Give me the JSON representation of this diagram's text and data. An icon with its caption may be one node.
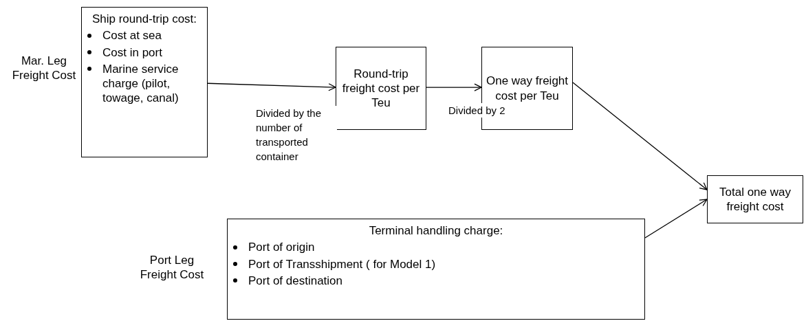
{
  "diagram": {
    "nodes": [
      {
        "text": [
          "Ship round-trip cost:",
          "Cost at sea",
          "Cost in port",
          "Marine service charge (pilot, towage, canal)"
        ]
      },
      {
        "text": [
          "Round-trip freight cost per Teu"
        ]
      },
      {
        "text": [
          "One way freight cost per Teu"
        ]
      },
      {
        "text": [
          "Total one way freight cost"
        ]
      },
      {
        "text": [
          "Terminal handling charge:",
          "Port of origin",
          "Port of Transshipment ( for Model 1)",
          "Port of destination"
        ]
      }
    ],
    "edges": [
      {
        "from": 0,
        "to": 1,
        "arrow": "to",
        "label": "Divided by the number of transported container"
      },
      {
        "from": 1,
        "to": 2,
        "arrow": "to",
        "label": "Divided by 2"
      },
      {
        "from": 2,
        "to": 3,
        "arrow": "to"
      },
      {
        "from": 4,
        "to": 3,
        "arrow": "to"
      }
    ],
    "labels": [
      "Mar. Leg Freight Cost",
      "Port Leg Freight Cost"
    ]
  }
}
